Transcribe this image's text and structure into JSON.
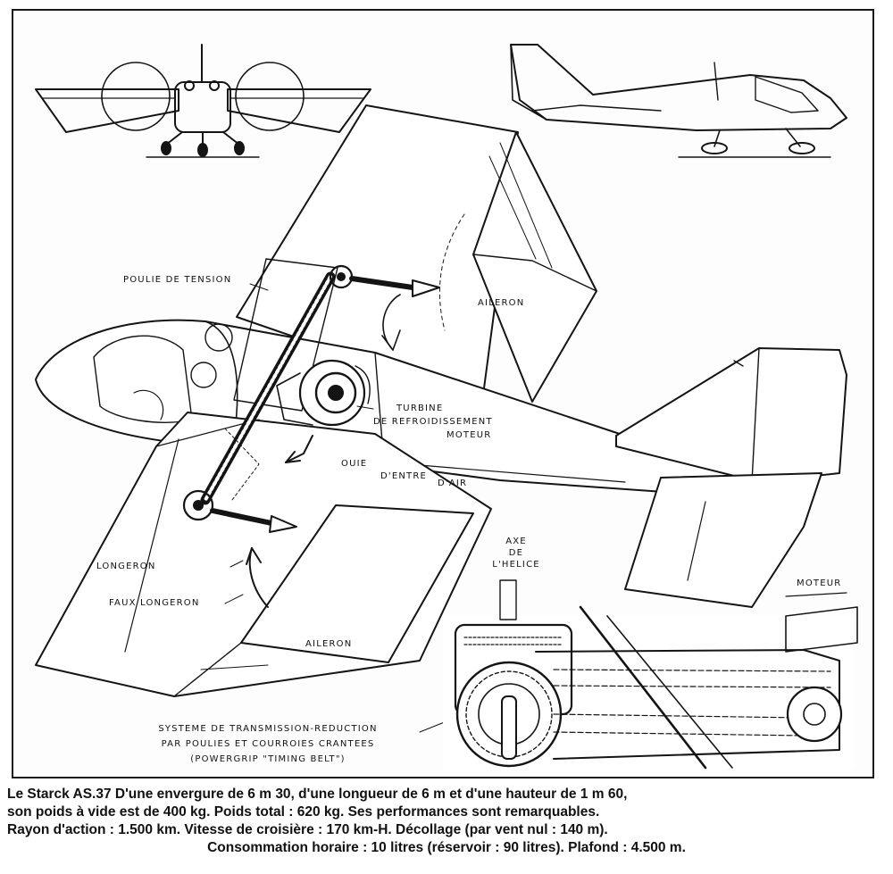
{
  "labels": {
    "poulie": "POULIE DE TENSION",
    "aileron_top": "AILERON",
    "turbine_1": "TURBINE",
    "turbine_2": "DE REFROIDISSEMENT",
    "turbine_3": "MOTEUR",
    "ouie_1": "OUIE",
    "ouie_2": "D'ENTRE",
    "ouie_3": "D'AIR",
    "longeron": "LONGERON",
    "faux_longeron": "FAUX LONGERON",
    "aileron_bottom": "AILERON",
    "axe_1": "AXE",
    "axe_2": "DE",
    "axe_3": "L'HELICE",
    "moteur": "MOTEUR",
    "systeme_1": "SYSTEME DE TRANSMISSION-REDUCTION",
    "systeme_2": "PAR POULIES ET COURROIES CRANTEES",
    "systeme_3": "(POWERGRIP \"TIMING BELT\")"
  },
  "caption": {
    "line1": "Le Starck AS.37 D'une envergure de 6 m 30, d'une longueur de 6 m et d'une hauteur de 1 m 60,",
    "line2": "son poids à vide est de 400 kg. Poids total : 620 kg. Ses performances sont remarquables.",
    "line3": "Rayon d'action : 1.500 km. Vitesse de croisière : 170 km-H. Décollage (par vent nul : 140 m).",
    "line4": "Consommation horaire : 10 litres (réservoir : 90 litres). Plafond : 4.500 m."
  }
}
